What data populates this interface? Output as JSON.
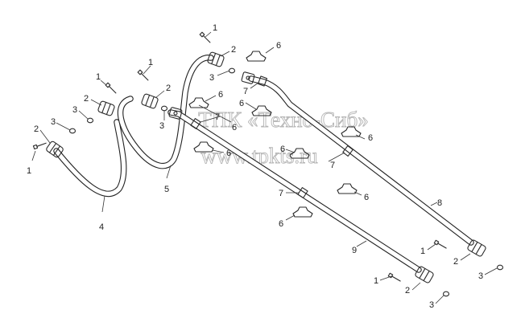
{
  "watermark": {
    "line1": "ТПК «Техно-Сиб»",
    "line2": "www.tpkts.ru",
    "color": "#b5b5b5"
  },
  "labels": {
    "part_1": "1",
    "part_2": "2",
    "part_3": "3",
    "part_4": "4",
    "part_5": "5",
    "part_6": "6",
    "part_7": "7",
    "part_8": "8",
    "part_9": "9"
  },
  "colors": {
    "line": "#2a2a2a",
    "background": "#ffffff"
  }
}
